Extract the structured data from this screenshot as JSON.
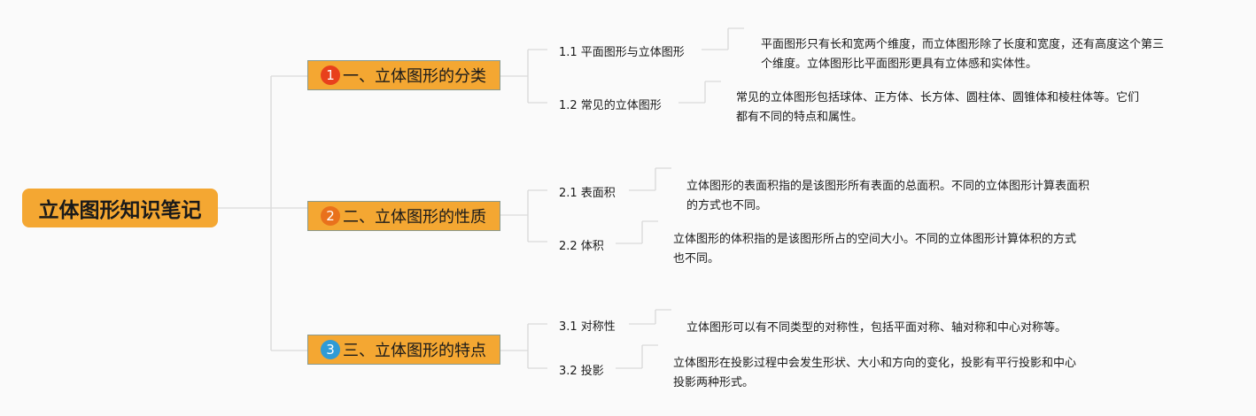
{
  "colors": {
    "node_fill": "#f4a732",
    "badge_1": "#e8401c",
    "badge_2": "#e9711c",
    "badge_3": "#2f9bd6",
    "line": "#d9d9d9"
  },
  "root": {
    "label": "立体图形知识笔记"
  },
  "sections": [
    {
      "number": "1",
      "label": "一、立体图形的分类",
      "items": [
        {
          "label": "1.1 平面图形与立体图形",
          "desc": [
            "平面图形只有长和宽两个维度，而立体图形除了长度和宽度，还有高度这个第三",
            "个维度。立体图形比平面图形更具有立体感和实体性。"
          ]
        },
        {
          "label": "1.2 常见的立体图形",
          "desc": [
            "常见的立体图形包括球体、正方体、长方体、圆柱体、圆锥体和棱柱体等。它们",
            "都有不同的特点和属性。"
          ]
        }
      ]
    },
    {
      "number": "2",
      "label": "二、立体图形的性质",
      "items": [
        {
          "label": "2.1 表面积",
          "desc": [
            "立体图形的表面积指的是该图形所有表面的总面积。不同的立体图形计算表面积",
            "的方式也不同。"
          ]
        },
        {
          "label": "2.2 体积",
          "desc": [
            "立体图形的体积指的是该图形所占的空间大小。不同的立体图形计算体积的方式",
            "也不同。"
          ]
        }
      ]
    },
    {
      "number": "3",
      "label": "三、立体图形的特点",
      "items": [
        {
          "label": "3.1 对称性",
          "desc": [
            "立体图形可以有不同类型的对称性，包括平面对称、轴对称和中心对称等。"
          ]
        },
        {
          "label": "3.2 投影",
          "desc": [
            "立体图形在投影过程中会发生形状、大小和方向的变化，投影有平行投影和中心",
            "投影两种形式。"
          ]
        }
      ]
    }
  ]
}
